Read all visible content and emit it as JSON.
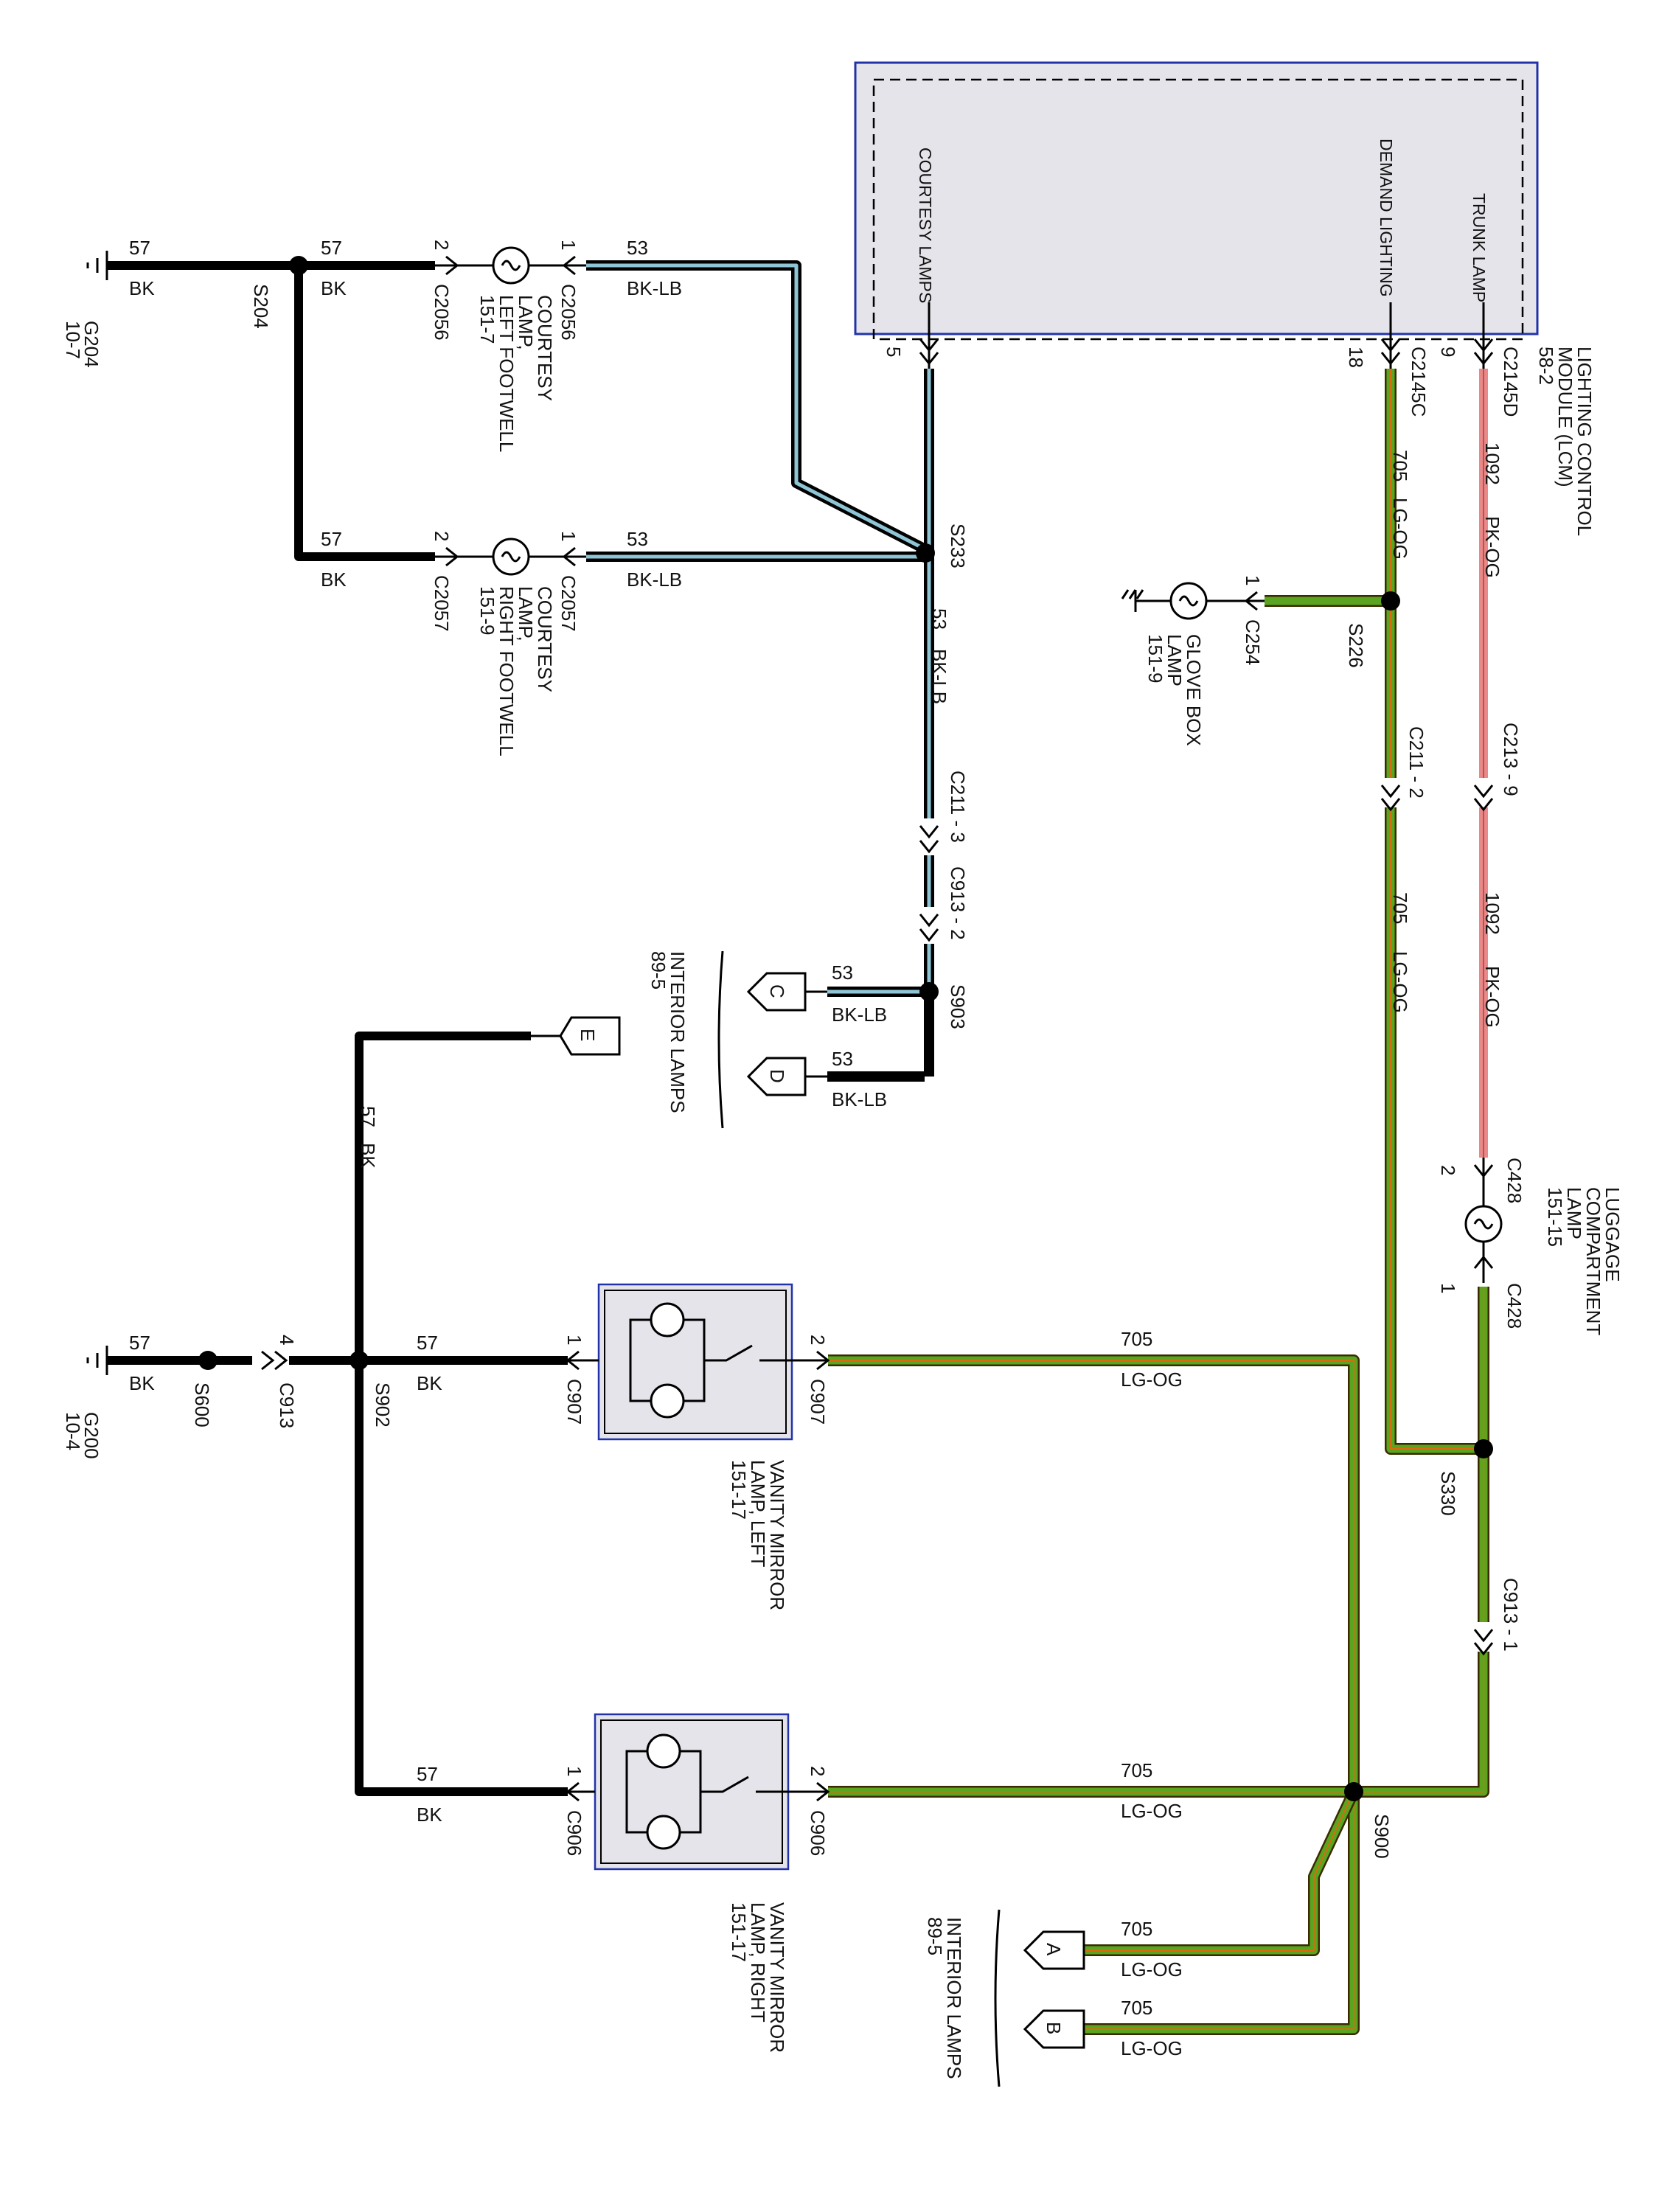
{
  "module": {
    "name_lines": [
      "LIGHTING CONTROL",
      "MODULE (LCM)",
      "58-2"
    ],
    "pins": [
      {
        "label": "COURTESY LAMPS",
        "pin": "5"
      },
      {
        "label": "DEMAND LIGHTING",
        "pin": "18",
        "connector": "C2145C"
      },
      {
        "label": "TRUNK LAMP",
        "pin": "9",
        "connector": "C2145D"
      }
    ]
  },
  "wires": {
    "bk": {
      "circuit": "57",
      "color": "BK"
    },
    "bklb": {
      "circuit": "53",
      "color": "BK-LB"
    },
    "lgog": {
      "circuit": "705",
      "color": "LG-OG"
    },
    "pkog": {
      "circuit": "1092",
      "color": "PK-OG"
    }
  },
  "splices": [
    "S204",
    "S233",
    "S903",
    "S226",
    "S330",
    "S900",
    "S902",
    "S600"
  ],
  "grounds": [
    {
      "id": "G204",
      "ref": "10-7"
    },
    {
      "id": "G200",
      "ref": "10-4"
    }
  ],
  "inline_connectors": {
    "c211_3": "C211 - 3",
    "c913_2": "C913 - 2",
    "c211_2": "C211 - 2",
    "c213_9": "C213 - 9",
    "c913_1": "C913 - 1",
    "c913": "C913",
    "c913_pin": "4"
  },
  "components": {
    "courtesy_left": {
      "lines": [
        "COURTESY",
        "LAMP,",
        "LEFT FOOTWELL",
        "151-7"
      ],
      "connector": "C2056",
      "pin1": "1",
      "pin2": "2"
    },
    "courtesy_right": {
      "lines": [
        "COURTESY",
        "LAMP,",
        "RIGHT FOOTWELL",
        "151-9"
      ],
      "connector": "C2057",
      "pin1": "1",
      "pin2": "2"
    },
    "glove_box": {
      "lines": [
        "GLOVE BOX",
        "LAMP",
        "151-9"
      ],
      "connector": "C254",
      "pin1": "1"
    },
    "luggage": {
      "lines": [
        "LUGGAGE",
        "COMPARTMENT",
        "LAMP",
        "151-15"
      ],
      "connector": "C428",
      "pin1": "1",
      "pin2": "2"
    },
    "vanity_left": {
      "lines": [
        "VANITY MIRROR",
        "LAMP, LEFT",
        "151-17"
      ],
      "connector": "C907",
      "pin1": "1",
      "pin2": "2"
    },
    "vanity_right": {
      "lines": [
        "VANITY MIRROR",
        "LAMP, RIGHT",
        "151-17"
      ],
      "connector": "C906",
      "pin1": "1",
      "pin2": "2"
    }
  },
  "references": {
    "interior_top": {
      "lines": [
        "INTERIOR LAMPS",
        "89-5"
      ],
      "tags": [
        "C",
        "D"
      ]
    },
    "interior_bottom": {
      "lines": [
        "INTERIOR LAMPS",
        "89-5"
      ],
      "tags": [
        "A",
        "B"
      ]
    },
    "tag_e": "E"
  },
  "colors": {
    "bk": "#000000",
    "lb": "#8ec6d6",
    "lg": "#5aa51f",
    "og": "#d96a10",
    "pk": "#e88888",
    "module_fill": "#e4e4ea",
    "module_border": "#2233aa"
  }
}
